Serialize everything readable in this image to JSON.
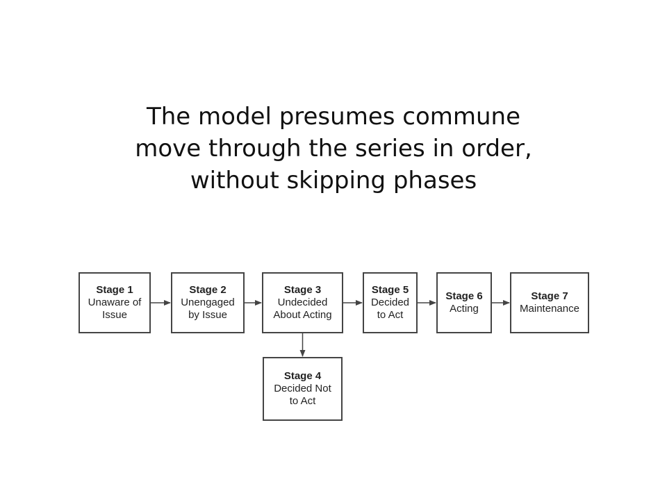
{
  "title": {
    "line1": "The model presumes commune",
    "line2": "move through the series in order,",
    "line3": "without skipping phases"
  },
  "stages": [
    {
      "id": "stage-1",
      "label": "Stage 1",
      "lines": [
        "Unaware of",
        "Issue"
      ]
    },
    {
      "id": "stage-2",
      "label": "Stage 2",
      "lines": [
        "Unengaged",
        "by Issue"
      ]
    },
    {
      "id": "stage-3",
      "label": "Stage 3",
      "lines": [
        "Undecided",
        "About Acting"
      ]
    },
    {
      "id": "stage-5",
      "label": "Stage 5",
      "lines": [
        "Decided",
        "to Act"
      ]
    },
    {
      "id": "stage-6",
      "label": "Stage 6",
      "lines": [
        "Acting"
      ]
    },
    {
      "id": "stage-7",
      "label": "Stage 7",
      "lines": [
        "Maintenance"
      ]
    },
    {
      "id": "stage-4",
      "label": "Stage 4",
      "lines": [
        "Decided Not",
        "to Act"
      ]
    }
  ],
  "edges": [
    [
      "stage-1",
      "stage-2"
    ],
    [
      "stage-2",
      "stage-3"
    ],
    [
      "stage-3",
      "stage-5"
    ],
    [
      "stage-5",
      "stage-6"
    ],
    [
      "stage-6",
      "stage-7"
    ],
    [
      "stage-3",
      "stage-4"
    ]
  ],
  "colors": {
    "border": "#444444",
    "text": "#222222"
  }
}
